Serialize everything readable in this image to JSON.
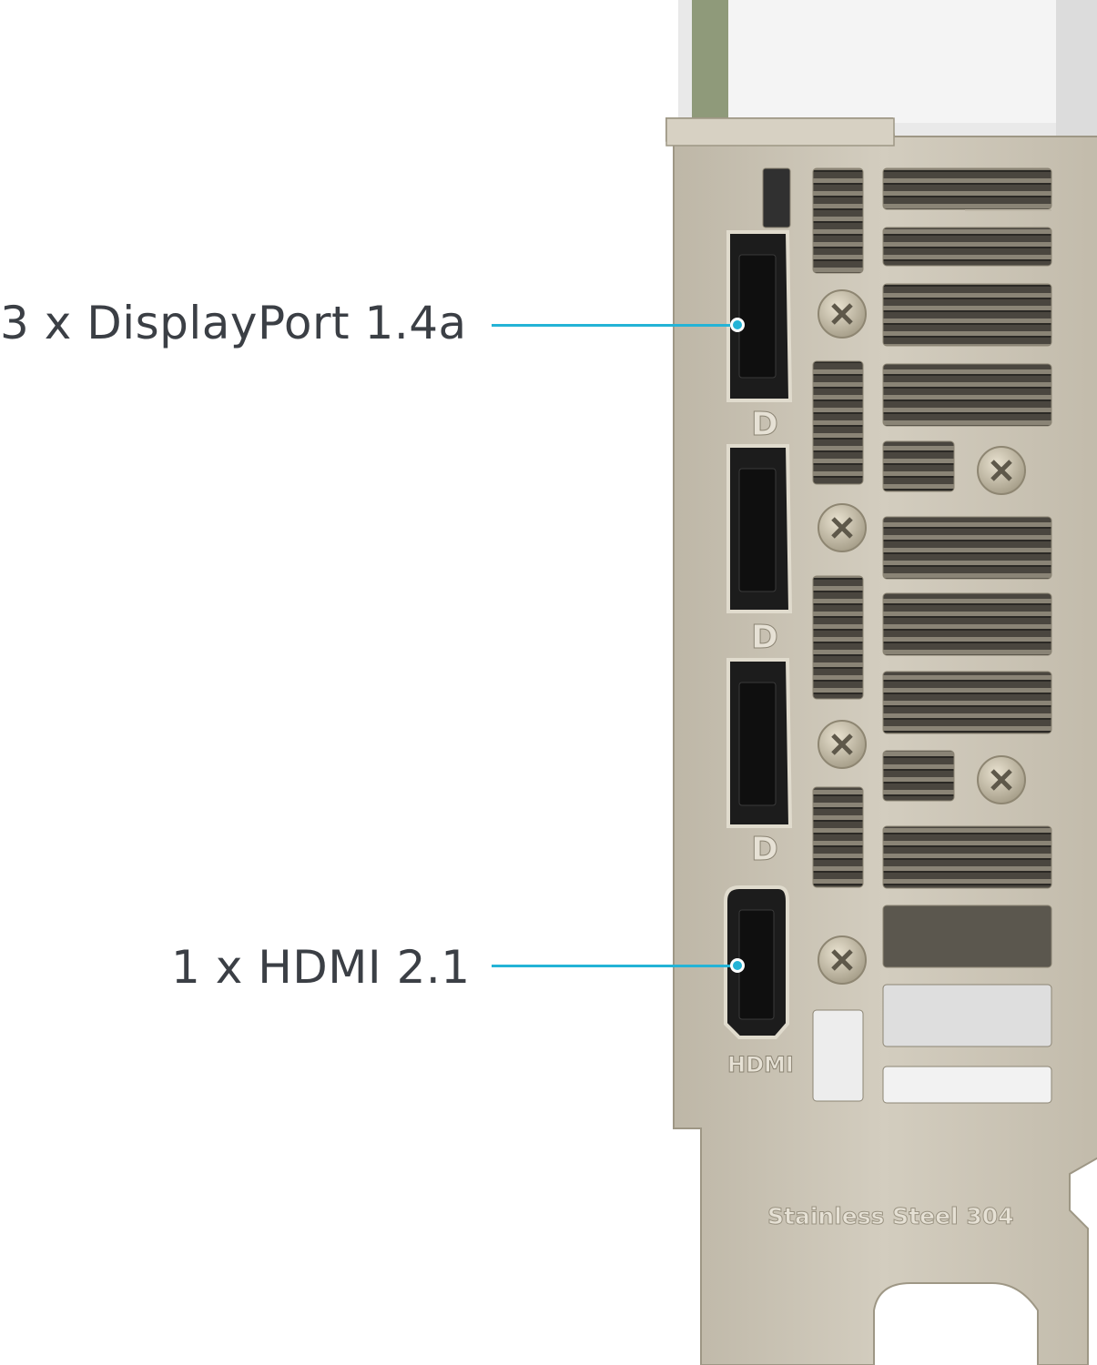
{
  "callouts": {
    "displayport": {
      "text": "3 x DisplayPort 1.4a"
    },
    "hdmi": {
      "text": "1 x HDMI 2.1"
    }
  },
  "bracket": {
    "port_labels": {
      "dp": "D",
      "hdmi": "HDMI"
    },
    "engraving": "Stainless Steel 304"
  },
  "colors": {
    "callout_line": "#24b3d6",
    "callout_text": "#3b3f45",
    "bracket_metal": "#c9c3b4",
    "port_body": "#1c1c1c"
  },
  "icons": [
    "displayport-port-icon",
    "hdmi-port-icon",
    "screw-icon",
    "vent-slot-icon"
  ]
}
